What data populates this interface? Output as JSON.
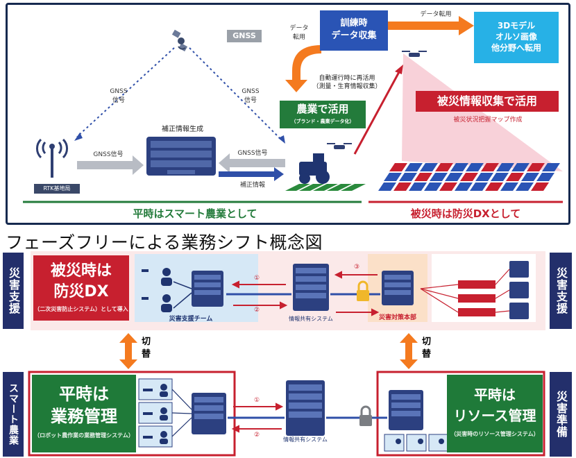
{
  "top": {
    "gnss_badge": "GNSS",
    "gnss_signal_left": "GNSS\n信号",
    "gnss_signal_right": "GNSS\n信号",
    "correction_station": "補正情報生成",
    "gnss_signal_horizontal": "GNSS信号",
    "gnss_signal_right_h": "GNSS信号",
    "correction_info": "補正情報",
    "rtk_base": "RTK基地局",
    "data_transfer_small": "データ\n転用",
    "training_data": "訓練時\nデータ収集",
    "data_transfer_top": "データ転用",
    "model_box": "3Dモデル\nオルソ画像\n他分野へ転用",
    "reuse_note": "自動運行時に再活用\n（測量・生育情報収集）",
    "agri_use": "農業で活用",
    "agri_sub": "（ブランド・農業データ化）",
    "disaster_info": "被災情報収集で活用",
    "disaster_sub": "被災状況把握マップ作成",
    "normal_caption": "平時はスマート農業として",
    "disaster_caption": "被災時は防災DXとして"
  },
  "title": "フェーズフリーによる業務シフト概念図",
  "side": {
    "top_left": "災害支援",
    "top_right": "災害支援",
    "bottom_left": "スマート農業",
    "bottom_right": "災害準備"
  },
  "disaster_row": {
    "headline": "被災時は\n防災DX",
    "headline_sub": "（二次災害防止システム）として導入",
    "team_label": "災害支援チーム",
    "center_system": "情報共有システム",
    "hq_label": "災害対策本部",
    "arrow1": "①",
    "arrow2": "②",
    "arrow3": "③"
  },
  "switch": {
    "left": "切\n替",
    "right": "切\n替"
  },
  "normal_row": {
    "left_headline": "平時は\n業務管理",
    "left_sub": "（ロボット農作業の業務管理システム）",
    "center_system": "情報共有システム",
    "right_headline": "平時は\nリソース管理",
    "right_sub": "（災害時のリソース管理システム）",
    "arrow1": "①",
    "arrow2": "②"
  },
  "colors": {
    "navy": "#232f6b",
    "blue": "#2a54b5",
    "cyan": "#27b1e6",
    "green": "#1f7a39",
    "red": "#c7202f",
    "orange": "#f47a1f"
  }
}
